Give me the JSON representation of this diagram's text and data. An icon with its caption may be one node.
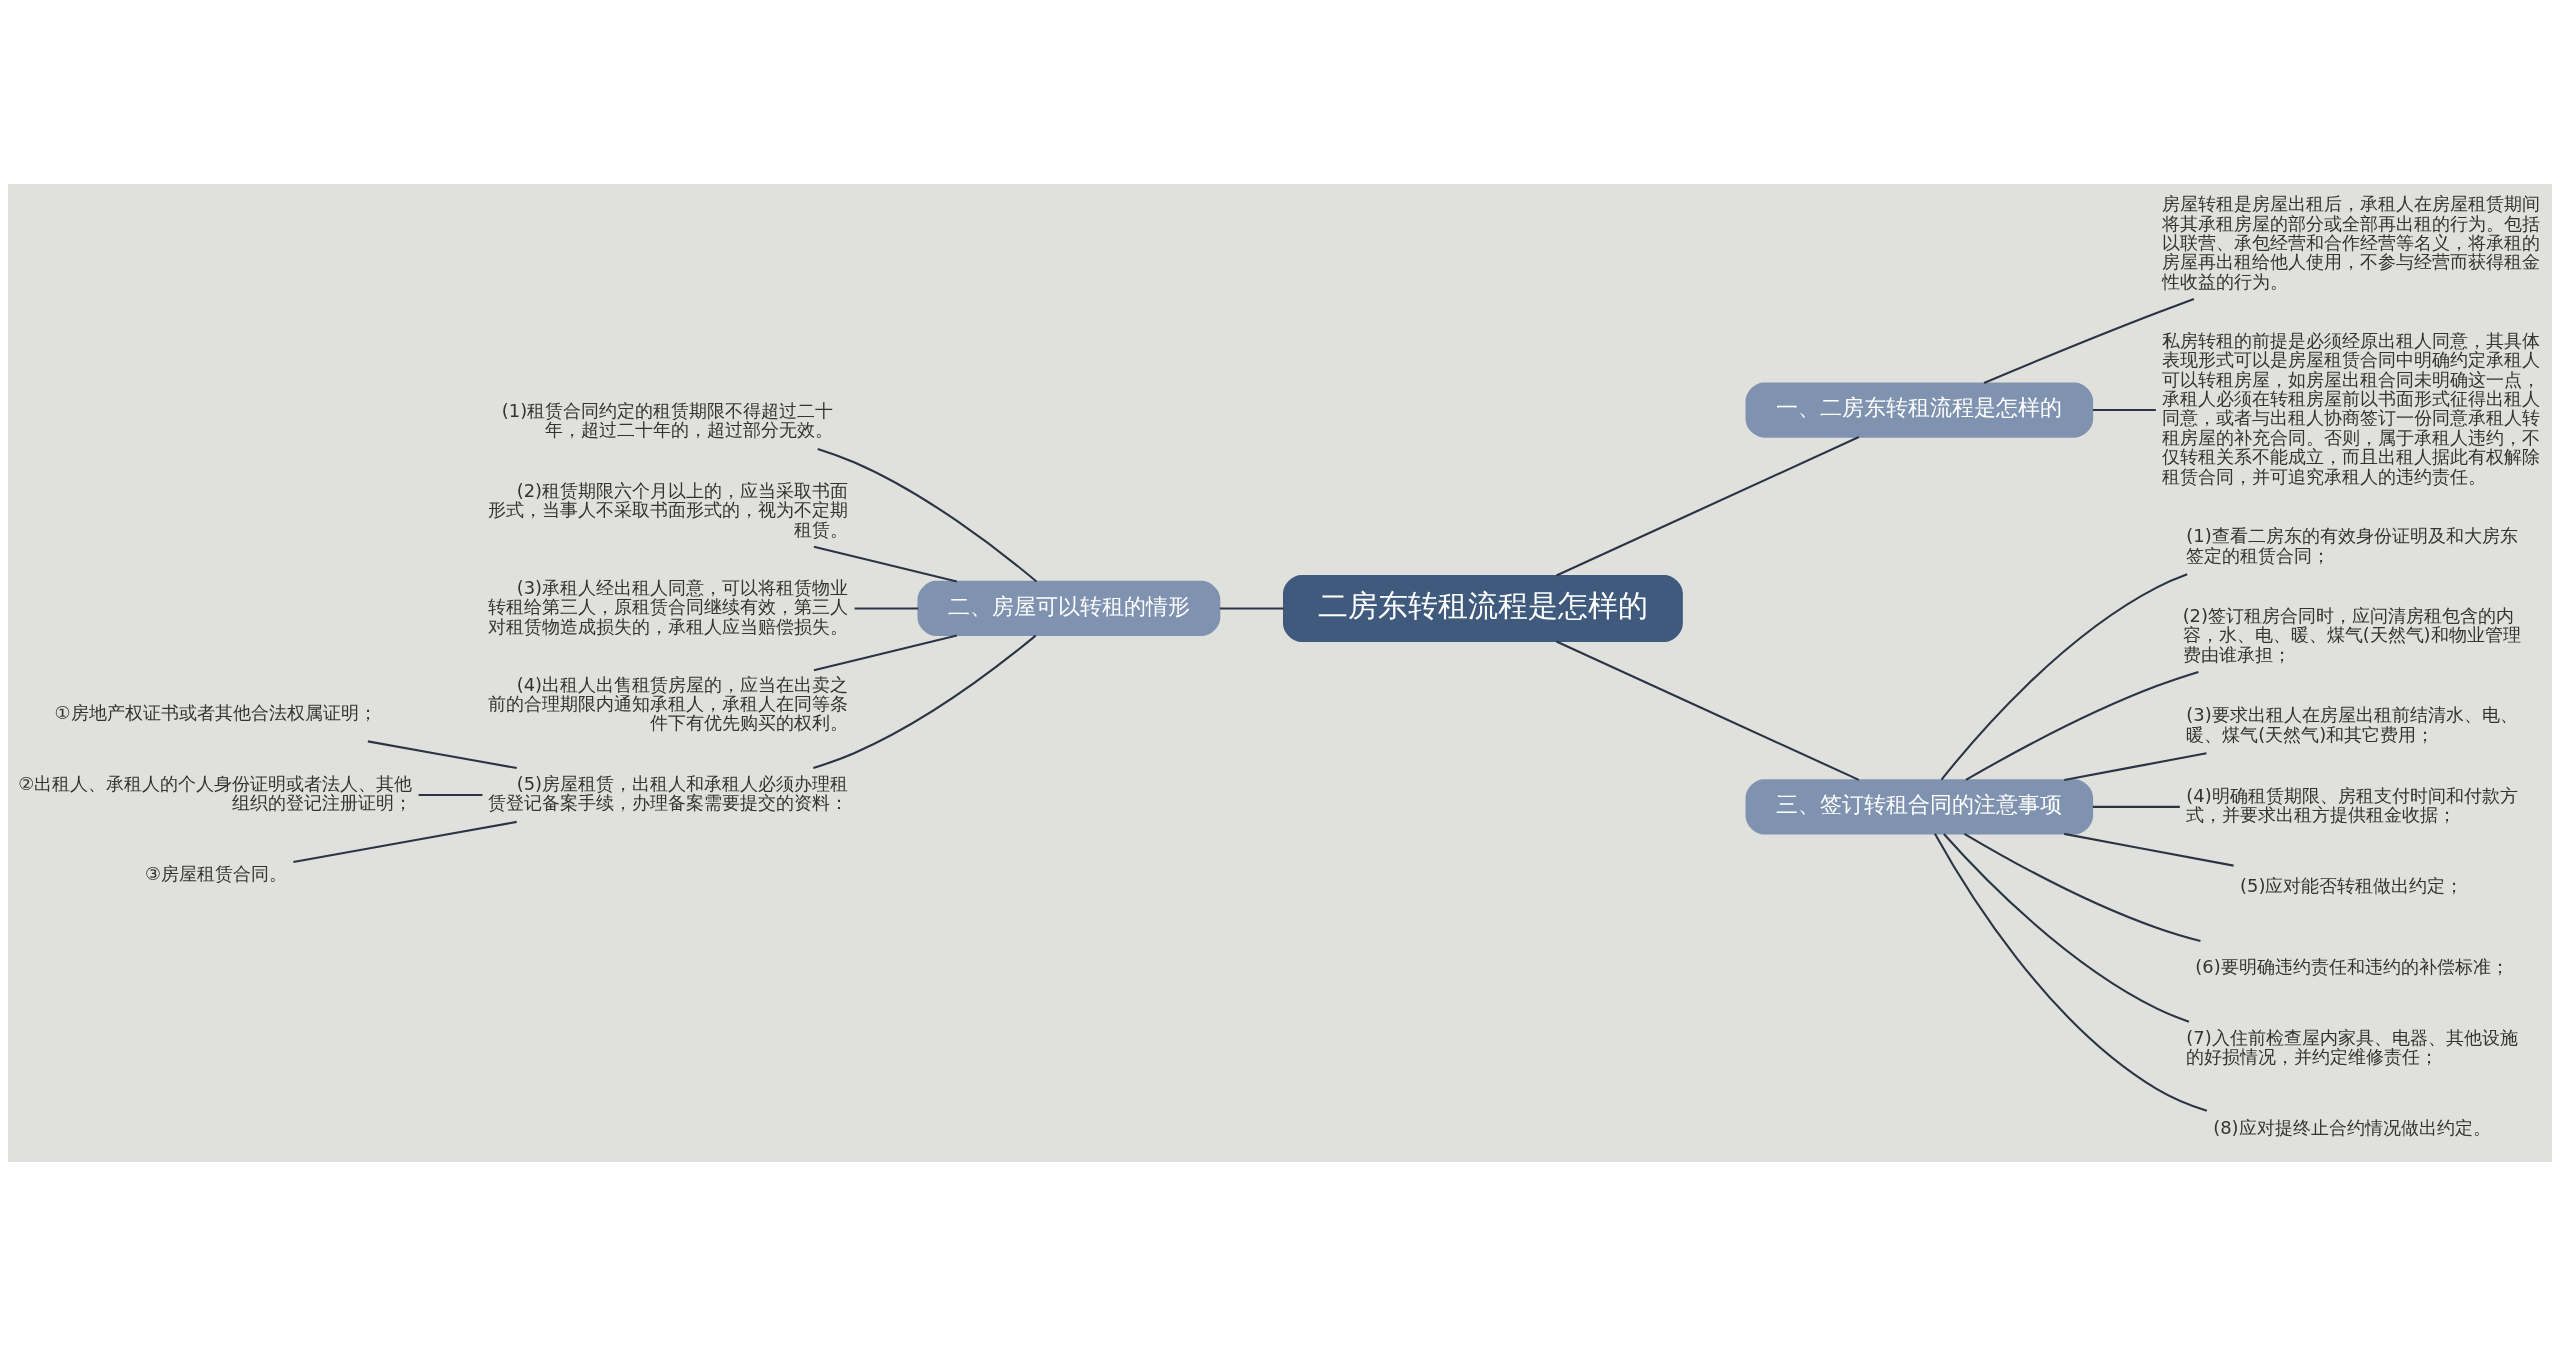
{
  "diagram": {
    "nodes": [
      {
        "text": [
          "二房东转租流程是怎样的"
        ]
      },
      {
        "text": [
          "一、二房东转租流程是怎样的"
        ]
      },
      {
        "text": [
          "房屋转租是房屋出租后，承租人在房屋租赁期间将其承租房屋的部分或全部再出租的行为。包括以联营、承包经营和合作经营等名义，将承租的房屋再出租给他人使用，不参与经营而获得租金性收益的行为。"
        ]
      },
      {
        "text": [
          "私房转租的前提是必须经原出租人同意，其具体表现形式可以是房屋租赁合同中明确约定承租人可以转租房屋，如房屋出租合同未明确这一点，承租人必须在转租房屋前以书面形式征得出租人同意，或者与出租人协商签订一份同意承租人转租房屋的补充合同。否则，属于承租人违约，不仅转租关系不能成立，而且出租人据此有权解除租赁合同，并可追究承租人的违约责任。"
        ]
      },
      {
        "text": [
          "二、房屋可以转租的情形"
        ]
      },
      {
        "text": [
          "(1)租赁合同约定的租赁期限不得超过二十年，超过二十年的，超过部分无效。"
        ]
      },
      {
        "text": [
          "(2)租赁期限六个月以上的，应当采取书面形式，当事人不采取书面形式的，视为不定期租赁。"
        ]
      },
      {
        "text": [
          "(3)承租人经出租人同意，可以将租赁物业转租给第三人，原租赁合同继续有效，第三人对租赁物造成损失的，承租人应当赔偿损失。"
        ]
      },
      {
        "text": [
          "(4)出租人出售租赁房屋的，应当在出卖之前的合理期限内通知承租人，承租人在同等条件下有优先购买的权利。"
        ]
      },
      {
        "text": [
          "(5)房屋租赁，出租人和承租人必须办理租赁登记备案手续，办理备案需要提交的资料："
        ]
      },
      {
        "text": [
          "①房地产权证书或者其他合法权属证明；"
        ]
      },
      {
        "text": [
          "②出租人、承租人的个人身份证明或者法人、其他组织的登记注册证明；"
        ]
      },
      {
        "text": [
          "③房屋租赁合同。"
        ]
      },
      {
        "text": [
          "三、签订转租合同的注意事项"
        ]
      },
      {
        "text": [
          "(1)查看二房东的有效身份证明及和大房东签定的租赁合同；"
        ]
      },
      {
        "text": [
          "(2)签订租房合同时，应问清房租包含的内容，水、电、暖、煤气(天然气)和物业管理费由谁承担；"
        ]
      },
      {
        "text": [
          "(3)要求出租人在房屋出租前结清水、电、暖、煤气(天然气)和其它费用；"
        ]
      },
      {
        "text": [
          "(4)明确租赁期限、房租支付时间和付款方式，并要求出租方提供租金收据；"
        ]
      },
      {
        "text": [
          "(5)应对能否转租做出约定；"
        ]
      },
      {
        "text": [
          "(6)要明确违约责任和违约的补偿标准；"
        ]
      },
      {
        "text": [
          "(7)入住前检查屋内家具、电器、其他设施的好损情况，并约定维修责任；"
        ]
      },
      {
        "text": [
          "(8)应对提终止合约情况做出约定。"
        ]
      }
    ],
    "edges": [
      {
        "from": 0,
        "to": 1,
        "arrow": "none"
      },
      {
        "from": 1,
        "to": 2,
        "arrow": "none"
      },
      {
        "from": 1,
        "to": 3,
        "arrow": "none"
      },
      {
        "from": 0,
        "to": 4,
        "arrow": "none"
      },
      {
        "from": 4,
        "to": 5,
        "arrow": "none"
      },
      {
        "from": 4,
        "to": 6,
        "arrow": "none"
      },
      {
        "from": 4,
        "to": 7,
        "arrow": "none"
      },
      {
        "from": 4,
        "to": 8,
        "arrow": "none"
      },
      {
        "from": 4,
        "to": 9,
        "arrow": "none"
      },
      {
        "from": 9,
        "to": 10,
        "arrow": "none"
      },
      {
        "from": 9,
        "to": 11,
        "arrow": "none"
      },
      {
        "from": 9,
        "to": 12,
        "arrow": "none"
      },
      {
        "from": 0,
        "to": 13,
        "arrow": "none"
      },
      {
        "from": 13,
        "to": 14,
        "arrow": "none"
      },
      {
        "from": 13,
        "to": 15,
        "arrow": "none"
      },
      {
        "from": 13,
        "to": 16,
        "arrow": "none"
      },
      {
        "from": 13,
        "to": 17,
        "arrow": "none"
      },
      {
        "from": 13,
        "to": 18,
        "arrow": "none"
      },
      {
        "from": 13,
        "to": 19,
        "arrow": "none"
      },
      {
        "from": 13,
        "to": 20,
        "arrow": "none"
      },
      {
        "from": 13,
        "to": 21,
        "arrow": "none"
      }
    ]
  }
}
